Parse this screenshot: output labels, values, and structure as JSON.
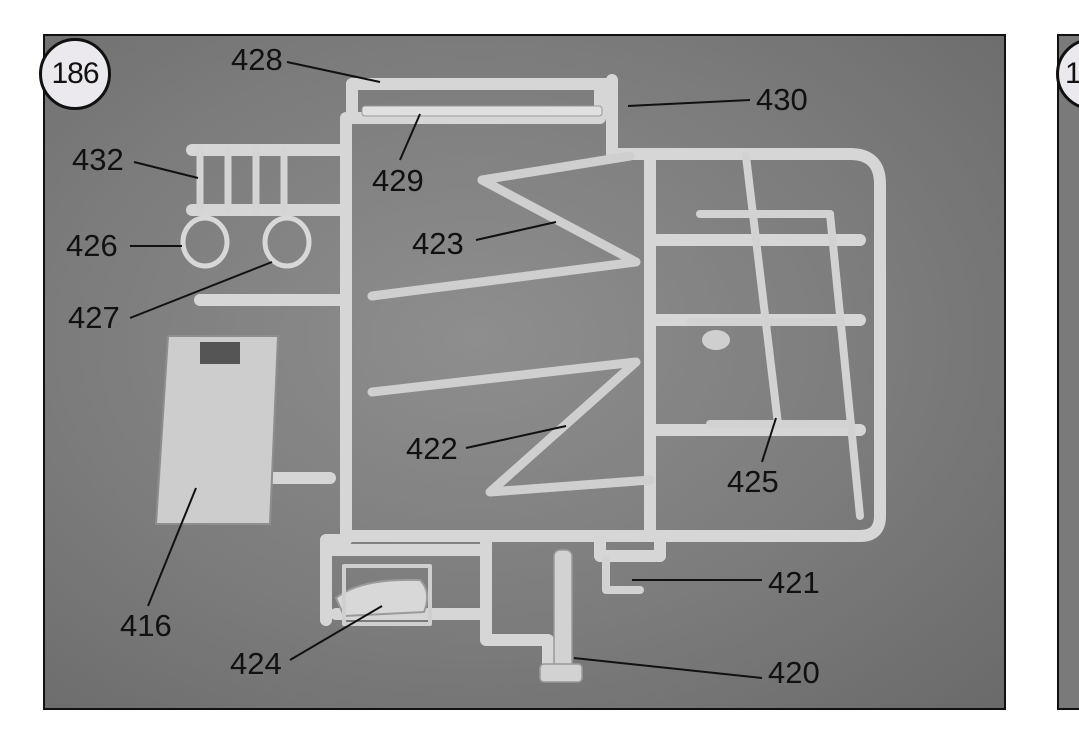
{
  "page": {
    "step_number": "186",
    "next_step_number_partial": "1"
  },
  "parts": {
    "p428": "428",
    "p430": "430",
    "p432": "432",
    "p429": "429",
    "p426": "426",
    "p423": "423",
    "p427": "427",
    "p422": "422",
    "p425": "425",
    "p421": "421",
    "p416": "416",
    "p424": "424",
    "p420": "420"
  },
  "colors": {
    "background": "#7c7c7c",
    "plastic": "#d4d4d4",
    "border": "#111111"
  }
}
